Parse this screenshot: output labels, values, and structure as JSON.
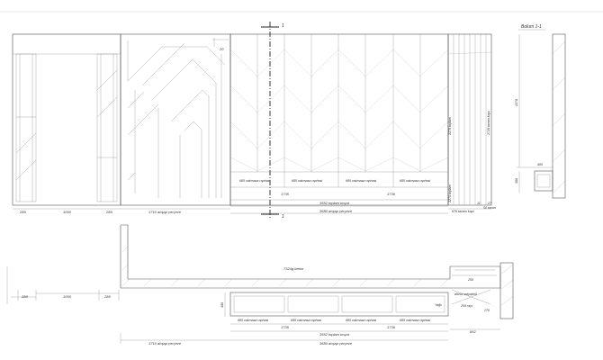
{
  "elevation": {
    "section_mark": "1",
    "dims_bottom": [
      "289",
      "1000",
      "289",
      "1710 ahşap çerçeve"
    ],
    "shelf_labels": [
      "685 vakmasa raphasi",
      "685 vakmasa raphasi",
      "685 vakmasa raphasi",
      "685 vakmasa raphasi"
    ],
    "dim_1735_a": "1735",
    "dim_1735_b": "1736",
    "total_width": "3552 toplam boyut",
    "frame_width": "3680 ahşap çerçeve",
    "right_labels": {
      "dim_2270": "2270 toplam",
      "dim_2720": "2720 tavanı kapı",
      "dim_676": "676 tavanı kapı",
      "dim_11": "11",
      "dim_50": "50 tavan",
      "dim_27": "27"
    },
    "small_dim_top": "20"
  },
  "detail": {
    "title": "Bolum 1-1",
    "dim_2270": "2270",
    "dim_400": "400",
    "dim_300": "300"
  },
  "plan": {
    "dims_left": [
      "289",
      "1000",
      "289"
    ],
    "slab_label": "7324g.beton",
    "shelf_labels": [
      "685 vakmasa raphasi",
      "685 vakmasa raphasi",
      "685 vakmasa raphasi",
      "685 vakmasa raphasi"
    ],
    "dim_1735_a": "1735",
    "dim_1735_b": "1736",
    "total_width": "3552 toplam boyut",
    "frame_width": "3680 ahşap çerçeve",
    "left_frame": "1710 ahşap çerçeve",
    "dim_400": "400",
    "right_labels": {
      "radiator": "altına radyatörü",
      "radiator_small": "209 rayı",
      "pipe": "Yağlı",
      "dim_270": "270",
      "dim_862": "862",
      "dim_250": "250"
    }
  }
}
